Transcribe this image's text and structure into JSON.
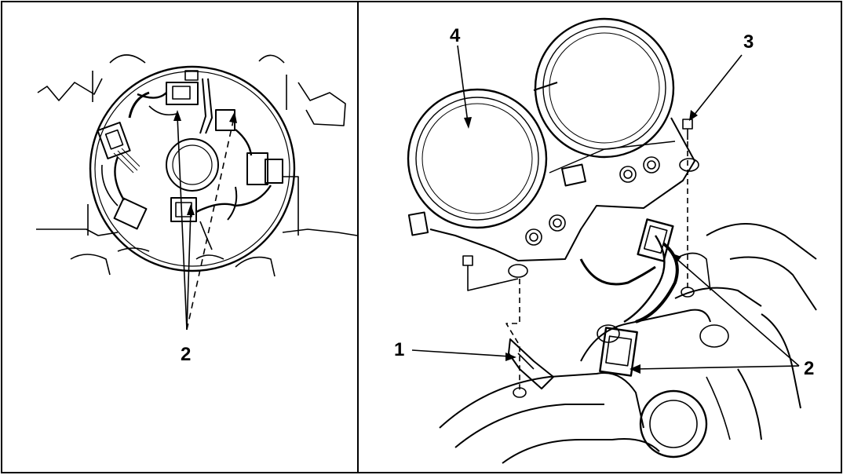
{
  "figure": {
    "callouts": {
      "left_2": "2",
      "c1": "1",
      "right_2": "2",
      "c3": "3",
      "c4": "4"
    },
    "colors": {
      "ink": "#000000",
      "paper": "#ffffff"
    }
  },
  "icons": {
    "left_panel": "headlight-housing-connectors-illustration",
    "right_panel": "instrument-cluster-exploded-illustration"
  }
}
